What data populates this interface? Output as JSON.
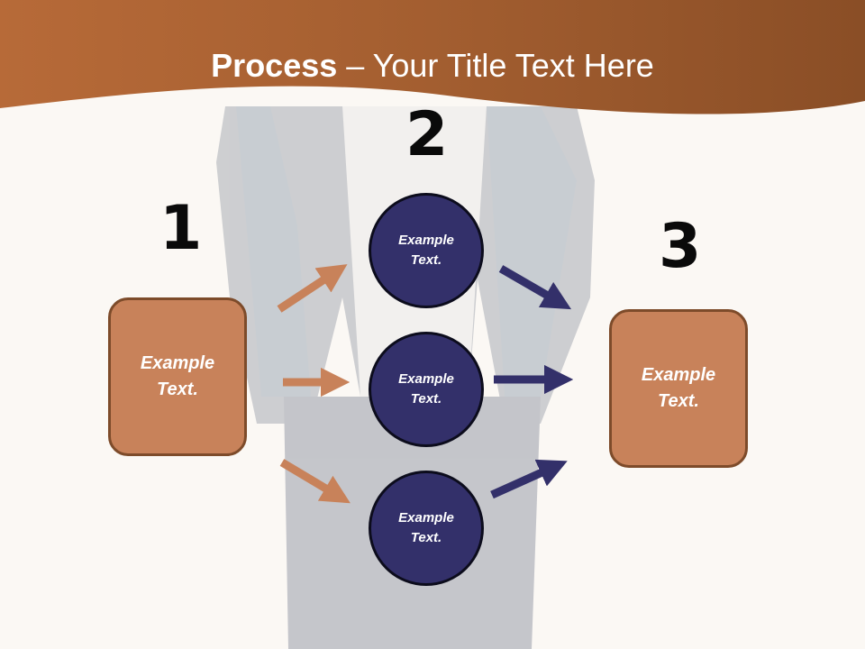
{
  "title": {
    "bold": "Process",
    "rest": " – Your Title Text Here"
  },
  "steps": {
    "one": "1",
    "two": "2",
    "three": "3"
  },
  "boxes": {
    "left": "Example Text.",
    "right": "Example Text."
  },
  "circles": [
    "Example Text.",
    "Example Text.",
    "Example Text."
  ],
  "colors": {
    "banner": "#a8602e",
    "box_fill": "#c8825a",
    "circle_fill": "#33306a",
    "orange_arrow": "#c8825a",
    "navy_arrow": "#33306a"
  }
}
